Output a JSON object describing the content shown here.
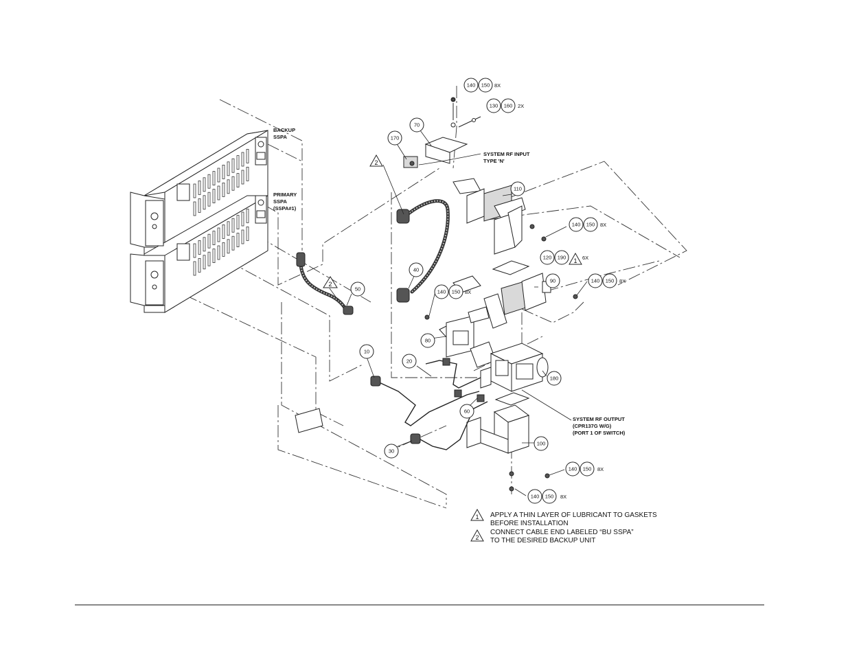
{
  "labels": {
    "backup": [
      "BACKUP",
      "SSPA"
    ],
    "primary": [
      "PRIMARY",
      "SSPA",
      "(SSPA#1)"
    ],
    "rf_input": [
      "SYSTEM RF INPUT",
      "TYPE 'N'"
    ],
    "rf_output": [
      "SYSTEM RF OUTPUT",
      "(CPR137G W/G)",
      "(PORT 1 OF SWITCH)"
    ]
  },
  "callouts": {
    "c170": "170",
    "c70": "70",
    "c110": "110",
    "c90": "90",
    "c80": "80",
    "c40": "40",
    "c50": "50",
    "c10": "10",
    "c20": "20",
    "c30": "30",
    "c60": "60",
    "c180": "180",
    "c100": "100",
    "c130": "130",
    "c160": "160",
    "c120": "120",
    "c190": "190",
    "c140a": "140",
    "c150a": "150",
    "c140b": "140",
    "c150b": "150",
    "c140c": "140",
    "c150c": "150",
    "c140d": "140",
    "c150d": "150",
    "c140e": "140",
    "c150e": "150",
    "c140f": "140",
    "c150f": "150"
  },
  "quantities": {
    "q_top": "8X",
    "q_130": "2X",
    "q_110": "8X",
    "q_120": "6X",
    "q_90": "8X",
    "q_80": "8X",
    "q_100": "8X",
    "q_bottom": "8X"
  },
  "flags": {
    "f1": "1",
    "f2": "2",
    "f2b": "2",
    "n1": "1",
    "n2": "2"
  },
  "notes": {
    "note1": [
      "APPLY A THIN LAYER OF LUBRICANT TO GASKETS",
      "BEFORE INSTALLATION"
    ],
    "note2": [
      "CONNECT CABLE END LABELED “BU SSPA”",
      "TO THE DESIRED BACKUP UNIT"
    ]
  }
}
